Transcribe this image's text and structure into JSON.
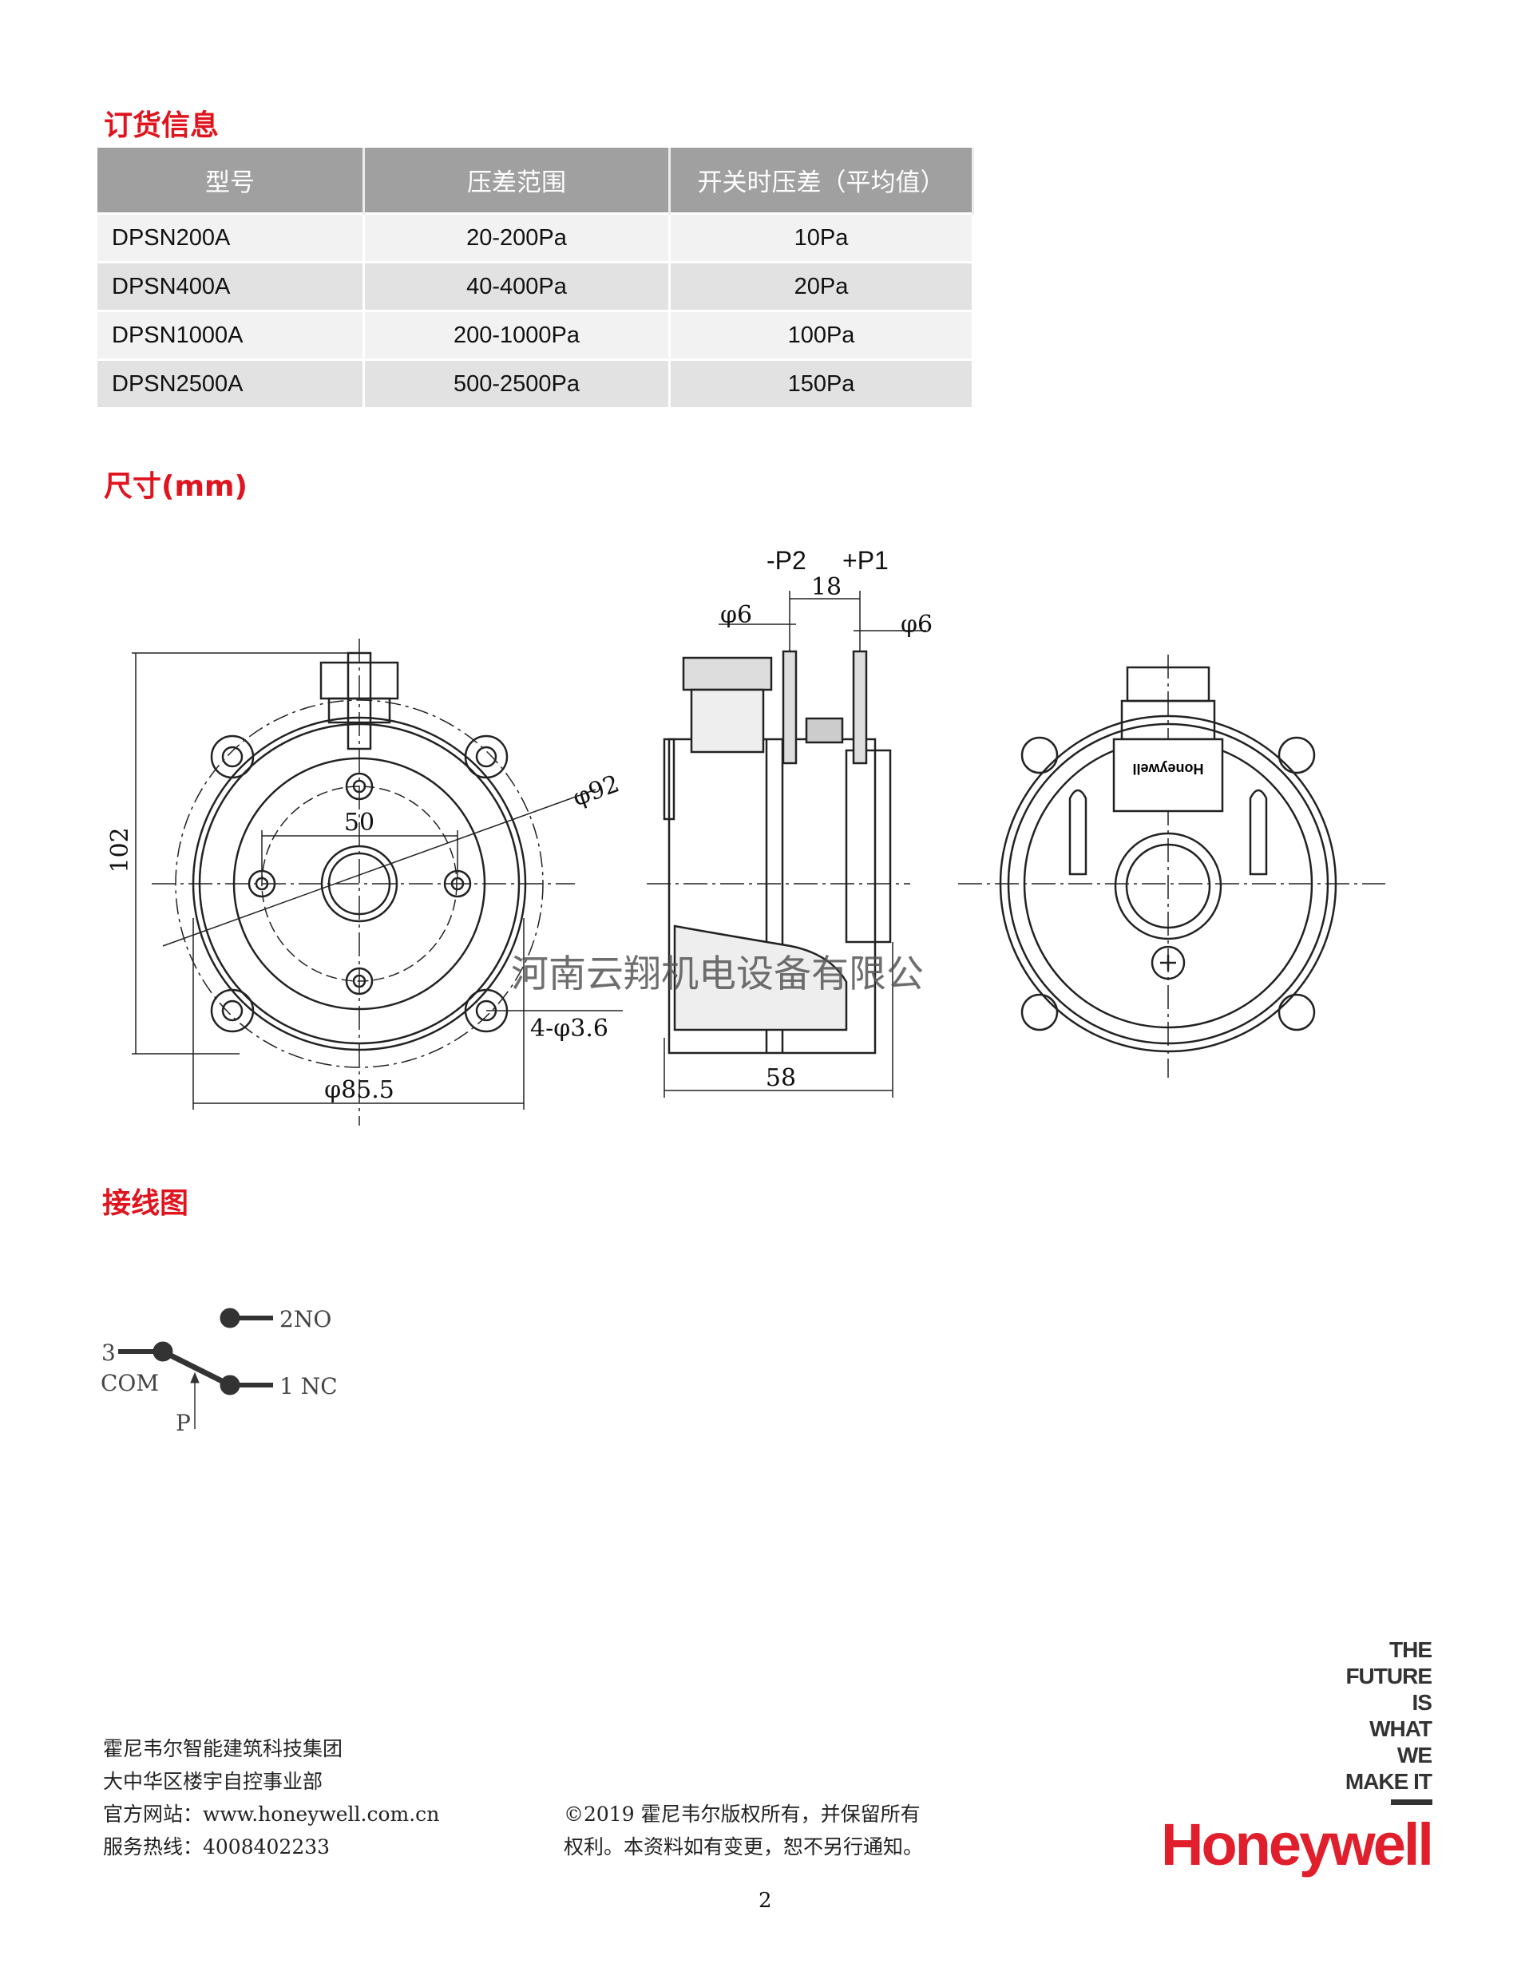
{
  "ordering": {
    "title": "订货信息",
    "headers": [
      "型号",
      "压差范围",
      "开关时压差（平均值）"
    ],
    "rows": [
      [
        "DPSN200A",
        "20-200Pa",
        "10Pa"
      ],
      [
        "DPSN400A",
        "40-400Pa",
        "20Pa"
      ],
      [
        "DPSN1000A",
        "200-1000Pa",
        "100Pa"
      ],
      [
        "DPSN2500A",
        "500-2500Pa",
        "150Pa"
      ]
    ]
  },
  "dimensions": {
    "title": "尺寸(mm)",
    "labels": {
      "height": "102",
      "width_left": "φ85.5",
      "hole_spacing": "50",
      "outer_dia": "φ92",
      "mount_holes": "4-φ3.6",
      "p2": "-P2",
      "p1": "+P1",
      "port_spacing": "18",
      "port_dia_left": "φ6",
      "port_dia_right": "φ6",
      "depth": "58",
      "device_brand": "Honeywell"
    },
    "watermark": "河南云翔机电设备有限公"
  },
  "wiring": {
    "title": "接线图",
    "terminal_3": "3",
    "com": "COM",
    "no": "2NO",
    "nc": "1 NC",
    "p": "P"
  },
  "footer": {
    "company": "霍尼韦尔智能建筑科技集团",
    "division": "大中华区楼宇自控事业部",
    "website": "官方网站：www.honeywell.com.cn",
    "hotline": "服务热线：4008402233",
    "copyright_1": "©2019 霍尼韦尔版权所有，并保留所有",
    "copyright_2": "权利。本资料如有变更，恕不另行通知。",
    "slogan": [
      "THE",
      "FUTURE",
      "IS",
      "WHAT",
      "WE",
      "MAKE IT"
    ],
    "logo": "Honeywell",
    "page_number": "2"
  },
  "colors": {
    "accent": "#e0141e",
    "logo": "#e01e2c",
    "header_bg": "#a0a0a0"
  }
}
